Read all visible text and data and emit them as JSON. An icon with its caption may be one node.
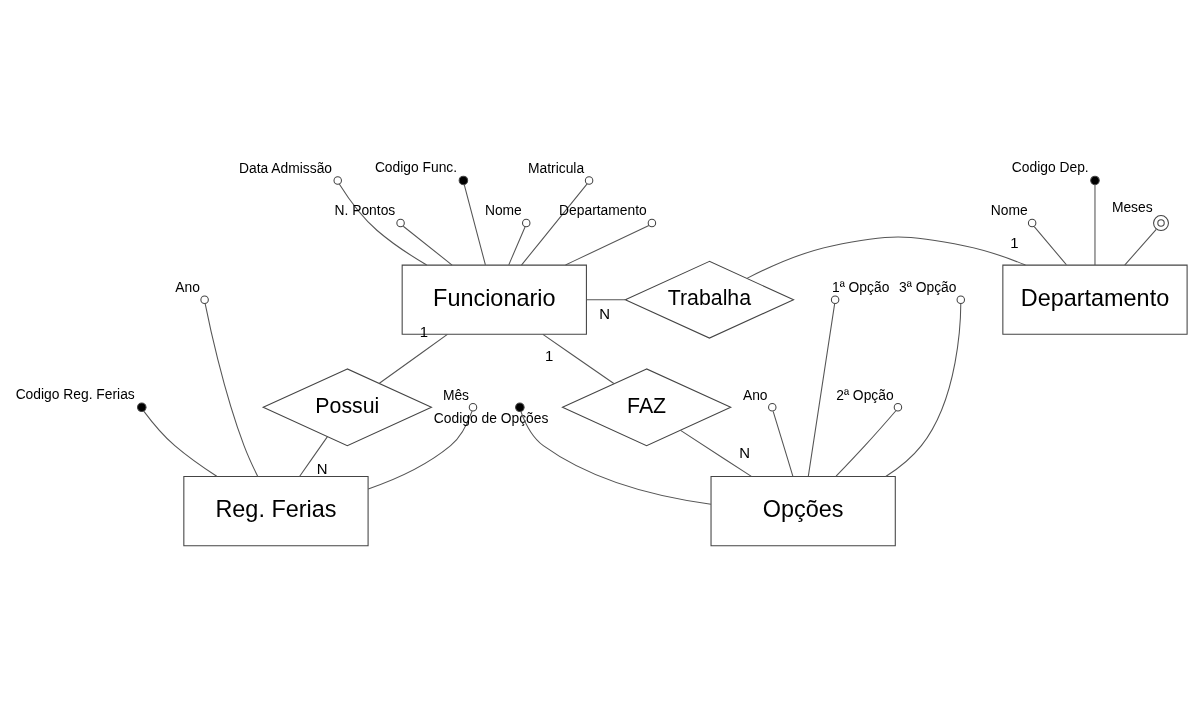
{
  "diagram": {
    "nodes": [
      {
        "text": [
          "Funcionario"
        ]
      },
      {
        "text": [
          "Trabalha"
        ]
      },
      {
        "text": [
          "Departamento"
        ]
      },
      {
        "text": [
          "Possui"
        ]
      },
      {
        "text": [
          "FAZ"
        ]
      },
      {
        "text": [
          "Reg. Ferias"
        ]
      },
      {
        "text": [
          "Opções"
        ]
      },
      {
        "text": [],
        "shape": "circle",
        "beside": [
          "Nome"
        ]
      },
      {
        "text": [],
        "shape": "circle",
        "beside": [
          "Matricula"
        ]
      },
      {
        "text": [],
        "shape": "circle",
        "beside": [
          "Departamento"
        ]
      },
      {
        "text": [],
        "shape": "circle",
        "beside": [
          "Data Admissão"
        ]
      },
      {
        "text": [],
        "shape": "circle",
        "beside": [
          "N. Pontos"
        ]
      },
      {
        "text": [],
        "shape": "dot",
        "beside": [
          "Codigo Func."
        ]
      },
      {
        "text": [],
        "shape": "circle",
        "beside": [
          "Nome"
        ]
      },
      {
        "text": [],
        "shape": "dot",
        "beside": [
          "Codigo Dep."
        ]
      },
      {
        "text": [],
        "shape": "doublecircle",
        "beside": [
          "Meses"
        ]
      },
      {
        "text": [],
        "shape": "dot",
        "beside": [
          "Codigo Reg. Ferias"
        ]
      },
      {
        "text": [],
        "shape": "circle",
        "beside": [
          "Ano"
        ]
      },
      {
        "text": [],
        "shape": "circle",
        "beside": [
          "Mês"
        ]
      },
      {
        "text": [],
        "shape": "circle",
        "beside": [
          "Ano"
        ]
      },
      {
        "text": [],
        "shape": "circle",
        "beside": [
          "1ª Opção"
        ]
      },
      {
        "text": [],
        "shape": "circle",
        "beside": [
          "2ª Opção"
        ]
      },
      {
        "text": [],
        "shape": "circle",
        "beside": [
          "3ª Opção"
        ]
      },
      {
        "text": [],
        "shape": "dot",
        "beside": [
          "Codigo de Opções"
        ]
      }
    ],
    "edges": [
      {
        "from": 0,
        "to": 1,
        "arrow": "none",
        "label": "N"
      },
      {
        "from": 1,
        "to": 2,
        "arrow": "none",
        "label": "1"
      },
      {
        "from": 0,
        "to": 3,
        "arrow": "none",
        "label": "1"
      },
      {
        "from": 3,
        "to": 5,
        "arrow": "none",
        "label": "N"
      },
      {
        "from": 0,
        "to": 4,
        "arrow": "none",
        "label": "1"
      },
      {
        "from": 4,
        "to": 6,
        "arrow": "none",
        "label": "N"
      },
      {
        "from": 7,
        "to": 0,
        "arrow": "none"
      },
      {
        "from": 8,
        "to": 0,
        "arrow": "none"
      },
      {
        "from": 9,
        "to": 0,
        "arrow": "none"
      },
      {
        "from": 10,
        "to": 0,
        "arrow": "none"
      },
      {
        "from": 11,
        "to": 0,
        "arrow": "none"
      },
      {
        "from": 12,
        "to": 0,
        "arrow": "none"
      },
      {
        "from": 13,
        "to": 2,
        "arrow": "none"
      },
      {
        "from": 14,
        "to": 2,
        "arrow": "none"
      },
      {
        "from": 15,
        "to": 2,
        "arrow": "none"
      },
      {
        "from": 16,
        "to": 5,
        "arrow": "none"
      },
      {
        "from": 17,
        "to": 5,
        "arrow": "none"
      },
      {
        "from": 18,
        "to": 5,
        "arrow": "none"
      },
      {
        "from": 19,
        "to": 6,
        "arrow": "none"
      },
      {
        "from": 20,
        "to": 6,
        "arrow": "none"
      },
      {
        "from": 21,
        "to": 6,
        "arrow": "none"
      },
      {
        "from": 22,
        "to": 6,
        "arrow": "none"
      },
      {
        "from": 23,
        "to": 6,
        "arrow": "none"
      }
    ]
  }
}
